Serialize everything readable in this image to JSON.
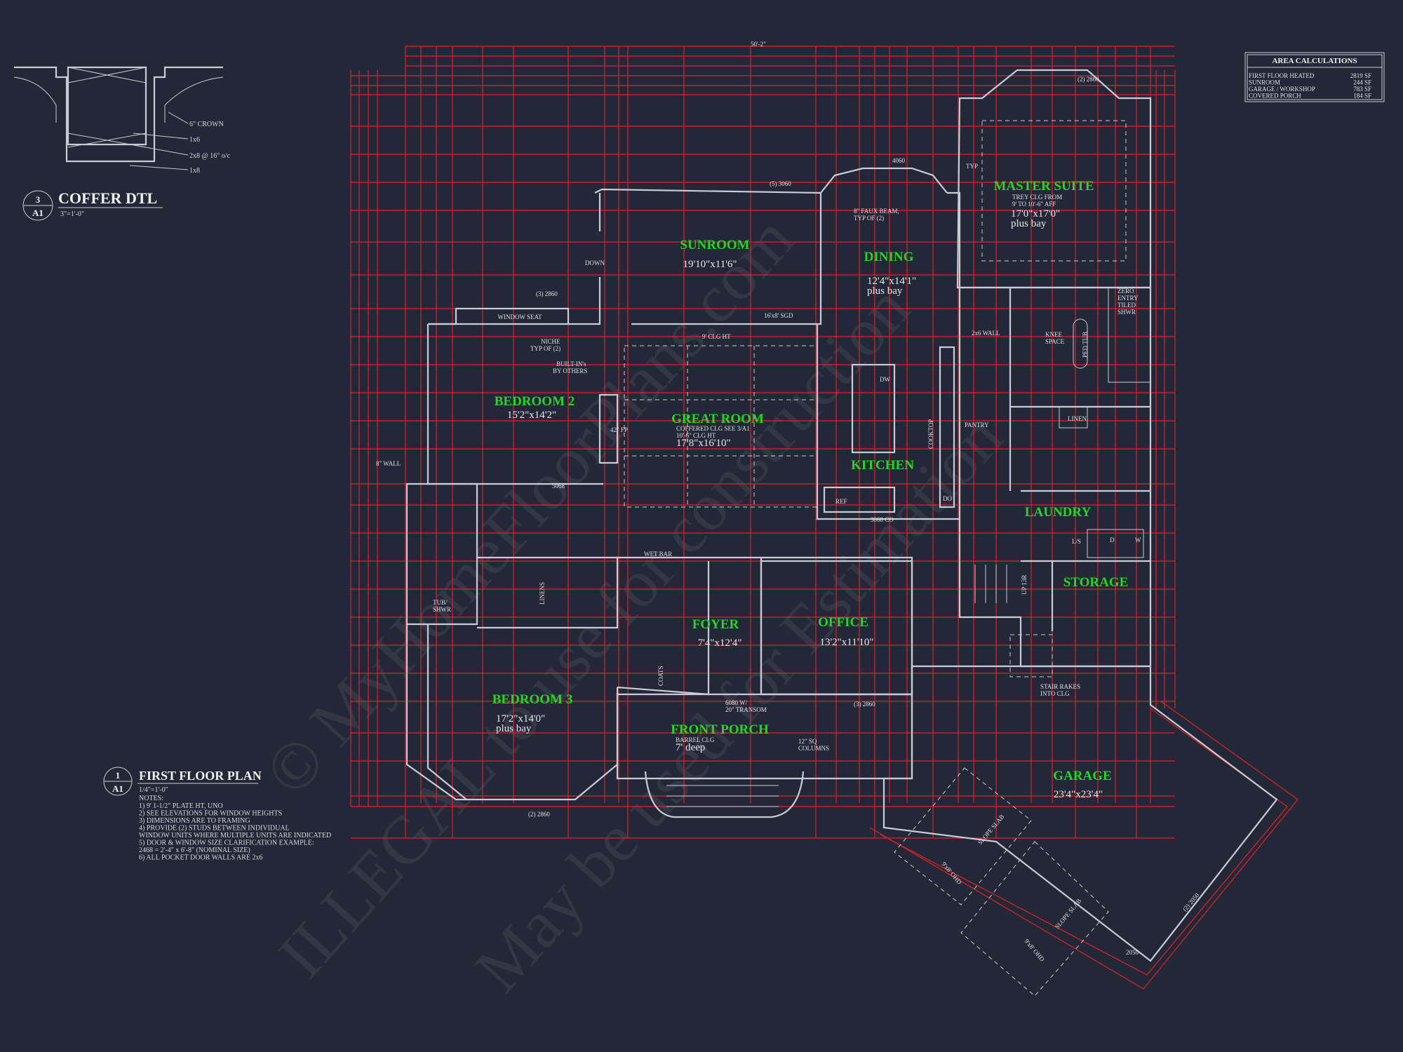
{
  "rooms": {
    "sunroom": {
      "name": "SUNROOM",
      "size": "19'10\"x11'6\""
    },
    "dining": {
      "name": "DINING",
      "size": "12'4\"x14'1\"",
      "extra": "plus bay"
    },
    "master": {
      "name": "MASTER SUITE",
      "size": "17'0\"x17'0\"",
      "extra": "plus bay",
      "note1": "TREY CLG FROM",
      "note2": "9' TO 10'-6\" AFF"
    },
    "bedroom2": {
      "name": "BEDROOM 2",
      "size": "15'2\"x14'2\""
    },
    "greatroom": {
      "name": "GREAT ROOM",
      "size": "17'8\"x16'10\"",
      "note1": "COFFERED CLG SEE 3/A1",
      "note2": "10'-6\" CLG HT"
    },
    "kitchen": {
      "name": "KITCHEN"
    },
    "laundry": {
      "name": "LAUNDRY"
    },
    "storage": {
      "name": "STORAGE"
    },
    "foyer": {
      "name": "FOYER",
      "size": "7'4\"x12'4\""
    },
    "office": {
      "name": "OFFICE",
      "size": "13'2\"x11'10\""
    },
    "bedroom3": {
      "name": "BEDROOM 3",
      "size": "17'2\"x14'0\"",
      "extra": "plus bay"
    },
    "porch": {
      "name": "FRONT PORCH",
      "note1": "BARREL CLG",
      "note2": "7' deep"
    },
    "garage": {
      "name": "GARAGE",
      "size": "23'4\"x23'4\""
    }
  },
  "labels": {
    "window_seat": "WINDOW SEAT",
    "niche": "NICHE",
    "niche2": "TYP OF (2)",
    "builtin": "BUILT-IN's",
    "builtin2": "BY OTHERS",
    "clg_ht": "9' CLG HT",
    "sgd": "16'x8' SGD",
    "faux_beam": "8\" FAUX BEAM,",
    "faux_beam2": "TYP OF (2)",
    "sunroom_win": "(5) 3060",
    "down": "DOWN",
    "fp": "42\" FP",
    "pantry": "PANTRY",
    "linen": "LINEN",
    "knee": "KNEE",
    "knee2": "SPACE",
    "ped_tub": "PED TUB",
    "zero1": "ZERO",
    "zero2": "ENTRY",
    "zero3": "TILED",
    "zero4": "SHWR",
    "wall_2x6": "2x6 WALL",
    "cooktop": "COOKTOP",
    "dw": "DW",
    "ref": "REF",
    "do": "DO",
    "wet_bar": "WET BAR",
    "linens": "LINENS",
    "coats": "COATS",
    "tub_shwr": "TUB/",
    "tub_shwr2": "SHWR",
    "wall_8in": "8\" WALL",
    "transom": "6080 W/",
    "transom2": "20\" TRANSOM",
    "columns": "12\" SQ",
    "columns2": "COLUMNS",
    "stair_rakes": "STAIR RAKES",
    "stair_rakes2": "INTO CLG",
    "slope_slab": "SLOPE SLAB",
    "ohd": "9'x8' OHD",
    "bay_win": "(2) 2860",
    "office_win": "(3) 2860",
    "br2_win": "(3) 2860",
    "mw_win": "4060",
    "up": "UP 13R",
    "ls": "L/S",
    "d": "D",
    "w": "W",
    "typ": "TYP",
    "w_3068": "3068 CO",
    "w_2050": "2050",
    "w_2x2050": "(2) 2050",
    "w_5068": "5068"
  },
  "coffer": {
    "number": "3",
    "sheet": "A1",
    "title": "COFFER DTL",
    "scale": "3\"=1'-0\"",
    "n1": "6\" CROWN",
    "n2": "1x6",
    "n3": "2x8 @ 16\" o/c",
    "n4": "1x8"
  },
  "plan_title": {
    "number": "1",
    "sheet": "A1",
    "title": "FIRST FLOOR PLAN",
    "scale": "1/4\"=1'-0\"",
    "notes_header": "NOTES:",
    "notes": [
      "1) 9' 1-1/2\" PLATE HT, UNO",
      "2) SEE ELEVATIONS FOR WINDOW HEIGHTS",
      "3) DIMENSIONS ARE TO FRAMING",
      "4) PROVIDE (2) STUDS BETWEEN INDIVIDUAL",
      "    WINDOW UNITS WHERE MULTIPLE UNITS ARE INDICATED",
      "5) DOOR & WINDOW SIZE CLARIFICATION EXAMPLE:",
      "    2468 = 2'-4\" x 6'-8\" (NOMINAL SIZE)",
      "6) ALL POCKET DOOR WALLS ARE 2x6"
    ]
  },
  "area_calc": {
    "title": "AREA CALCULATIONS",
    "rows": [
      {
        "label": "FIRST FLOOR HEATED",
        "value": "2819 SF"
      },
      {
        "label": "SUNROOM",
        "value": "244 SF"
      },
      {
        "label": "GARAGE / WORKSHOP",
        "value": "783 SF"
      },
      {
        "label": "COVERED PORCH",
        "value": "184 SF"
      }
    ]
  },
  "overall_dim": "50'-2\"",
  "watermarks": [
    "© MyHomeFloorPlans.com",
    "ILLEGAL to use for construction",
    "May be used for Estimation"
  ],
  "colors": {
    "background": "#232838",
    "dimension": "#e0202a",
    "room_label": "#22d822",
    "linework": "#c8ccd6"
  }
}
